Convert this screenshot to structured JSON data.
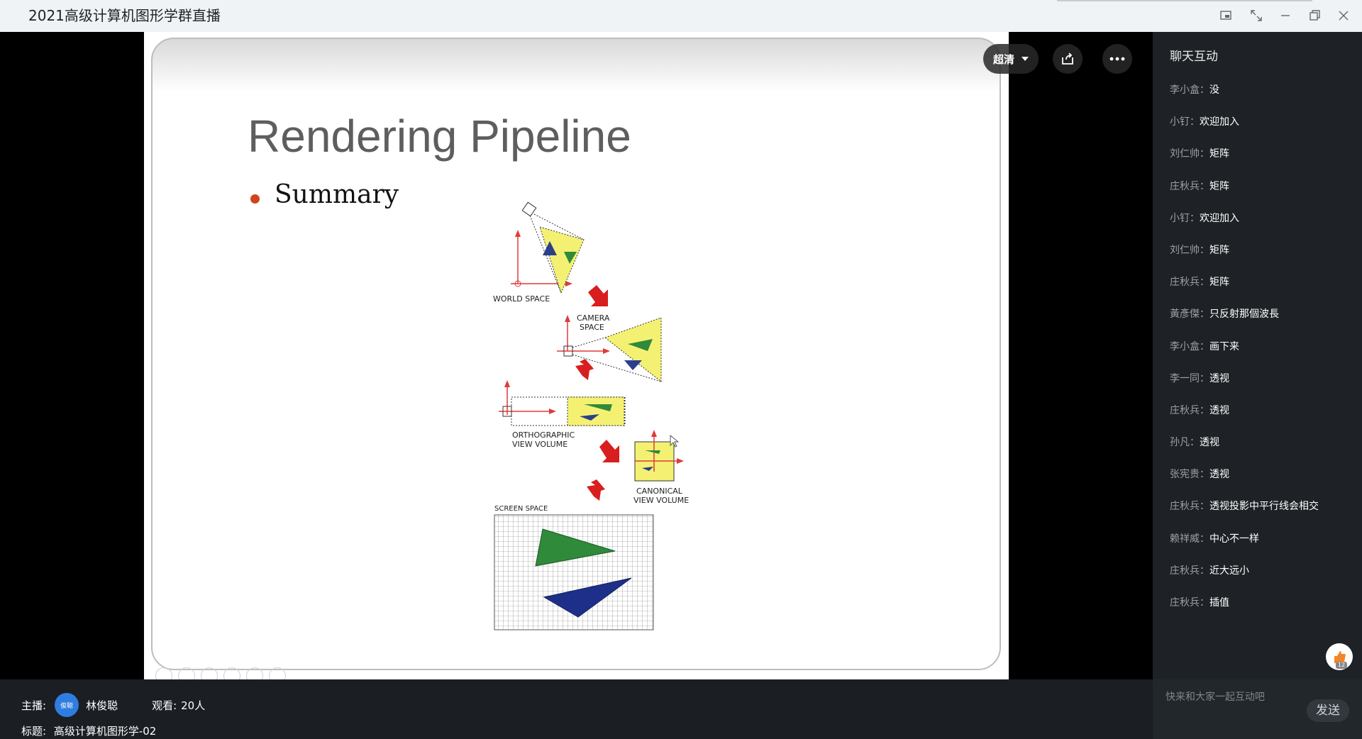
{
  "window": {
    "title": "2021高级计算机图形学群直播"
  },
  "slide": {
    "title": "Rendering Pipeline",
    "bullet": "Summary",
    "diagram_labels": {
      "world_space": "WORLD SPACE",
      "camera_space_1": "CAMERA",
      "camera_space_2": "SPACE",
      "ortho_1": "ORTHOGRAPHIC",
      "ortho_2": "VIEW VOLUME",
      "canonical_1": "CANONICAL",
      "canonical_2": "VIEW VOLUME",
      "screen_space": "SCREEN SPACE"
    }
  },
  "video_controls": {
    "quality_label": "超清"
  },
  "chat": {
    "header": "聊天互动",
    "messages": [
      {
        "user": "李小盒：",
        "text": "没"
      },
      {
        "user": "小钉：",
        "text": "欢迎加入"
      },
      {
        "user": "刘仁帅：",
        "text": "矩阵"
      },
      {
        "user": "庄秋兵：",
        "text": "矩阵"
      },
      {
        "user": "小钉：",
        "text": "欢迎加入"
      },
      {
        "user": "刘仁帅：",
        "text": "矩阵"
      },
      {
        "user": "庄秋兵：",
        "text": "矩阵"
      },
      {
        "user": "黃彥傑：",
        "text": "只反射那個波長"
      },
      {
        "user": "李小盒：",
        "text": "画下来"
      },
      {
        "user": "李一同：",
        "text": "透视"
      },
      {
        "user": "庄秋兵：",
        "text": "透视"
      },
      {
        "user": "孙凡：",
        "text": "透视"
      },
      {
        "user": "张宪贵：",
        "text": "透视"
      },
      {
        "user": "庄秋兵：",
        "text": "透视投影中平行线会相交"
      },
      {
        "user": "赖祥威：",
        "text": "中心不一样"
      },
      {
        "user": "庄秋兵：",
        "text": "近大远小"
      },
      {
        "user": "庄秋兵：",
        "text": "插值"
      }
    ],
    "like_count": "12",
    "input_placeholder": "快来和大家一起互动吧",
    "send_label": "发送"
  },
  "footer": {
    "host_label": "主播:",
    "host_avatar_text": "俊聪",
    "host_name": "林俊聪",
    "viewers_label": "观看:",
    "viewers_value": "20人",
    "topic_label": "标题:",
    "topic_value": "高级计算机图形学-02"
  }
}
